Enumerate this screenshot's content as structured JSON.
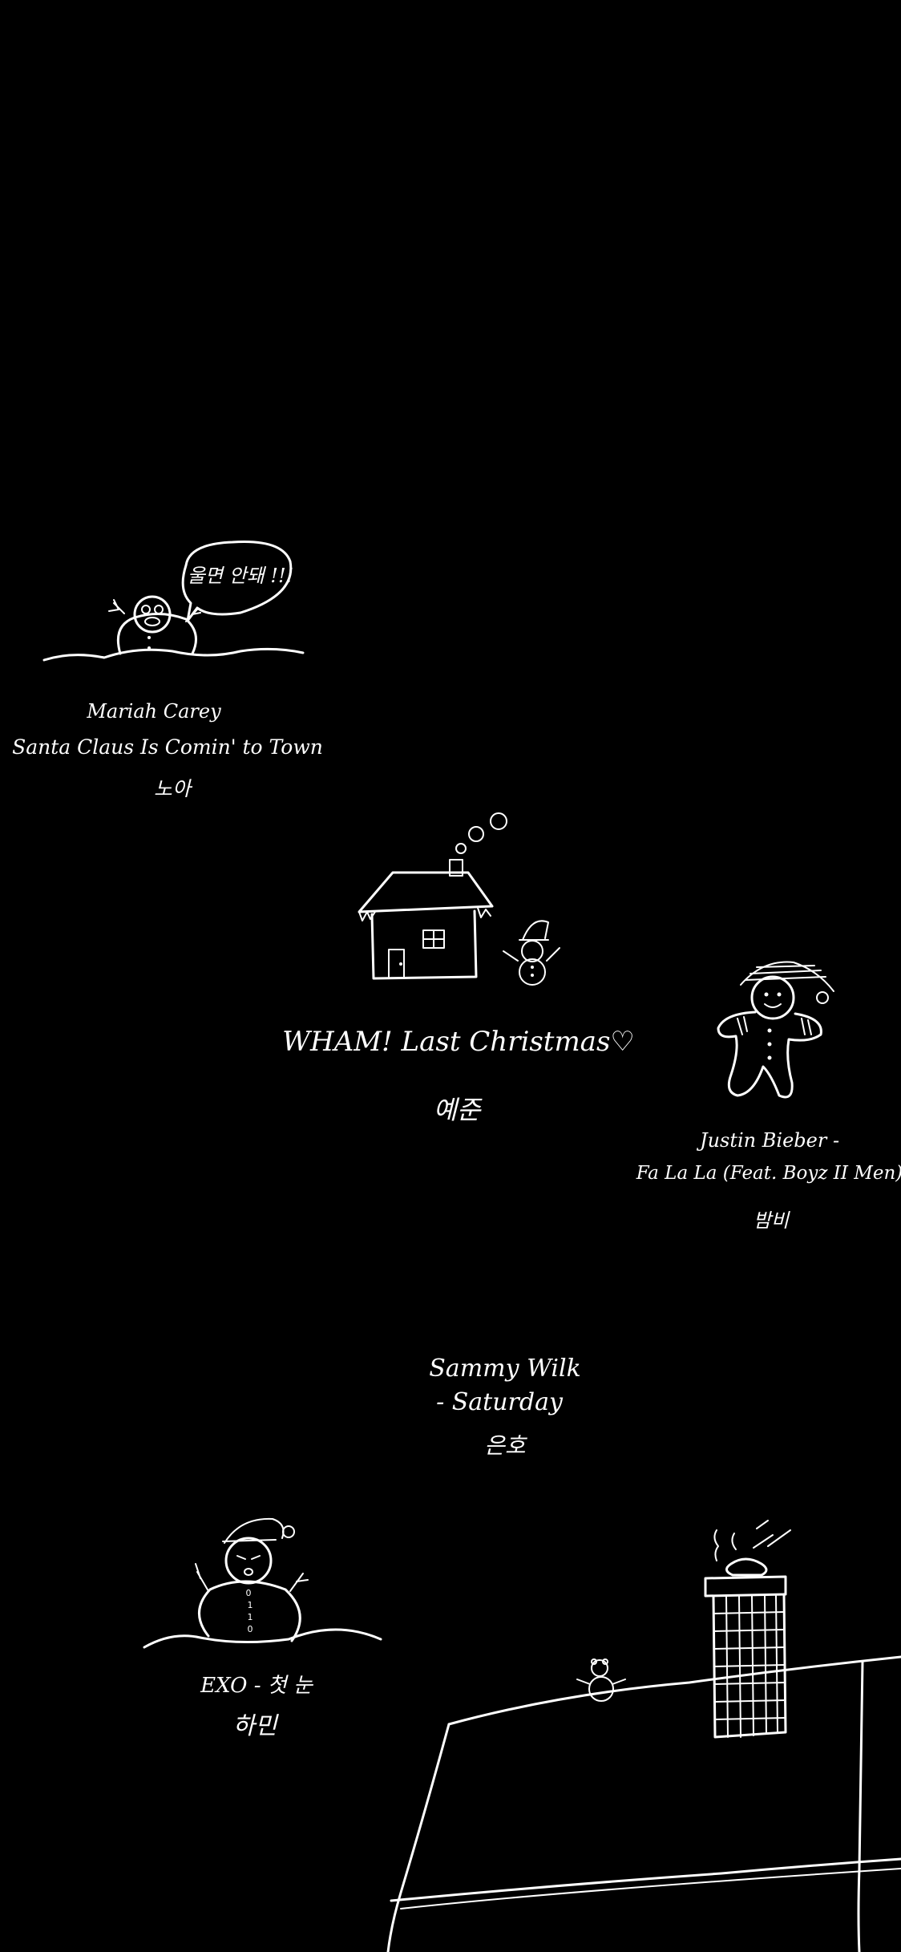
{
  "background_color": "#000000",
  "ink_color": "#ffffff",
  "snowman_left": {
    "speech": "울면 안돼 !!!",
    "artist": "Mariah Carey",
    "song": "Santa Claus Is Comin' to Town",
    "nickname": "노아"
  },
  "house_center": {
    "song": "WHAM! Last Christmas♡",
    "nickname": "예준"
  },
  "gingerbread": {
    "artist": "Justin Bieber -",
    "song": "Fa La La (Feat. Boyz II Men)",
    "nickname": "밤비"
  },
  "text_only": {
    "artist": "Sammy Wilk",
    "song": "- Saturday",
    "nickname": "은호"
  },
  "snowman_bottom": {
    "song": "EXO - 첫 눈",
    "nickname": "하민"
  },
  "icons": [
    "snowman-icon",
    "house-icon",
    "gingerbread-icon",
    "santa-snowman-icon",
    "chimney-roof-icon"
  ]
}
